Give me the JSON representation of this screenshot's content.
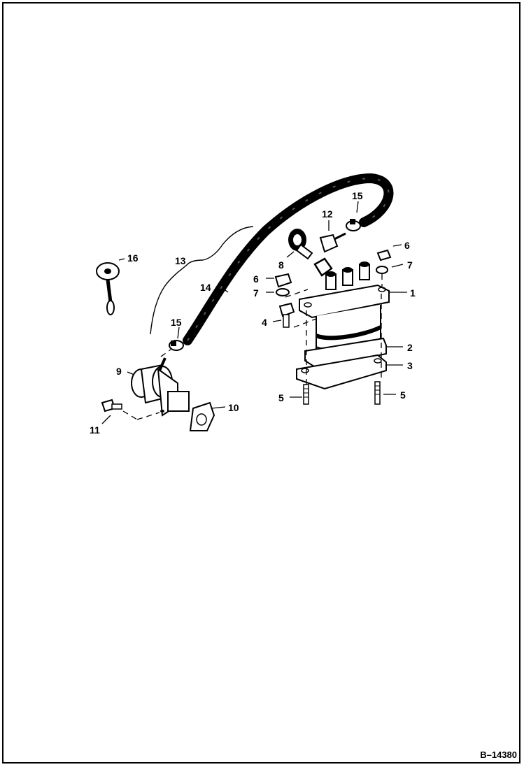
{
  "callouts": {
    "c1": "1",
    "c2": "2",
    "c3": "3",
    "c4": "4",
    "c5a": "5",
    "c5b": "5",
    "c6a": "6",
    "c6b": "6",
    "c7a": "7",
    "c7b": "7",
    "c8": "8",
    "c9": "9",
    "c10": "10",
    "c11": "11",
    "c12": "12",
    "c13": "13",
    "c14": "14",
    "c15a": "15",
    "c15b": "15",
    "c16": "16"
  },
  "figure_id": "B–14380",
  "colors": {
    "ink": "#000000",
    "paper": "#ffffff"
  }
}
